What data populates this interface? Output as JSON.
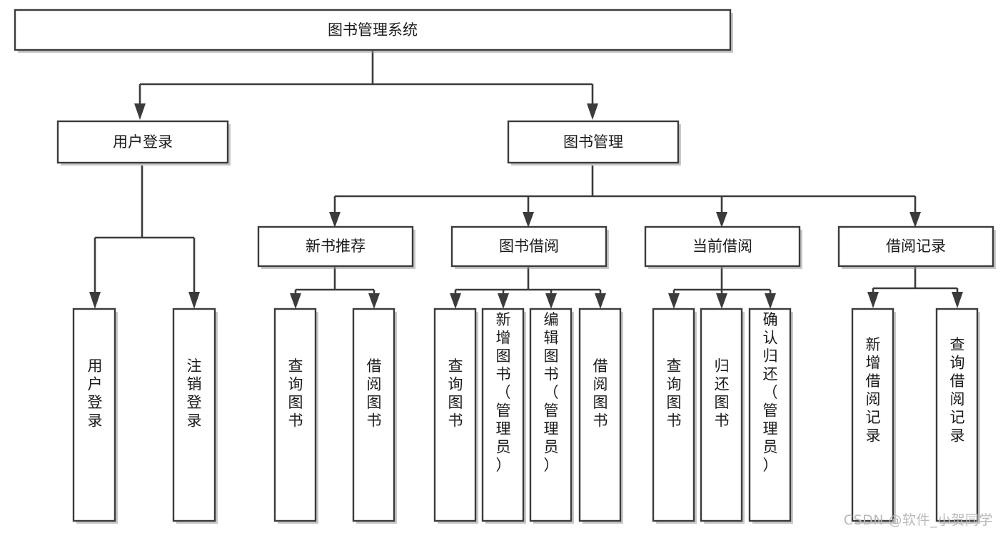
{
  "diagram": {
    "type": "tree-hierarchy",
    "title": "图书管理系统",
    "orientation": "top-down",
    "colors": {
      "background": "#ffffff",
      "box_fill": "#ffffff",
      "box_stroke": "#3b3b3b",
      "connector": "#3b3b3b",
      "text": "#1b1b1b",
      "watermark": "#b9b9b9"
    },
    "root": {
      "label": "图书管理系统"
    },
    "level2": [
      {
        "label": "用户登录"
      },
      {
        "label": "图书管理"
      }
    ],
    "level3": [
      {
        "label": "新书推荐"
      },
      {
        "label": "图书借阅"
      },
      {
        "label": "当前借阅"
      },
      {
        "label": "借阅记录"
      }
    ],
    "leaves": {
      "user_login": [
        {
          "label": "用户登录"
        },
        {
          "label": "注销登录"
        }
      ],
      "new_book_recommend": [
        {
          "label": "查询图书"
        },
        {
          "label": "借阅图书"
        }
      ],
      "book_borrow": [
        {
          "label": "查询图书"
        },
        {
          "label": "新增图书（管理员）"
        },
        {
          "label": "编辑图书（管理员）"
        },
        {
          "label": "借阅图书"
        }
      ],
      "current_borrow": [
        {
          "label": "查询图书"
        },
        {
          "label": "归还图书"
        },
        {
          "label": "确认归还（管理员）"
        }
      ],
      "borrow_record": [
        {
          "label": "新增借阅记录"
        },
        {
          "label": "查询借阅记录"
        }
      ]
    }
  },
  "watermark": {
    "text": "CSDN @软件_小贺同学"
  }
}
